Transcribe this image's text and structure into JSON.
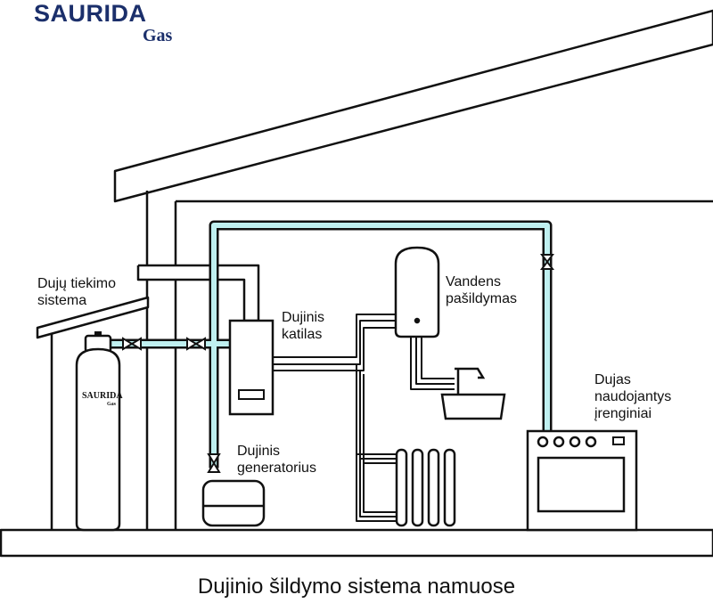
{
  "brand": {
    "name": "SAURIDA",
    "sub": "Gas"
  },
  "labels": {
    "supply": [
      "Dujų tiekimo",
      "sistema"
    ],
    "boiler": [
      "Dujinis",
      "katilas"
    ],
    "water_heater": [
      "Vandens",
      "pašildymas"
    ],
    "generator": [
      "Dujinis",
      "generatorius"
    ],
    "appliances": [
      "Dujas",
      "naudojantys",
      "įrenginiai"
    ]
  },
  "cylinder_label": {
    "name": "SAURIDA",
    "sub": "Gas"
  },
  "caption": "Dujinio šildymo sistema namuose",
  "colors": {
    "brand": "#1b2f6b",
    "gas_pipe": "#bff0f0",
    "outline": "#111111"
  }
}
